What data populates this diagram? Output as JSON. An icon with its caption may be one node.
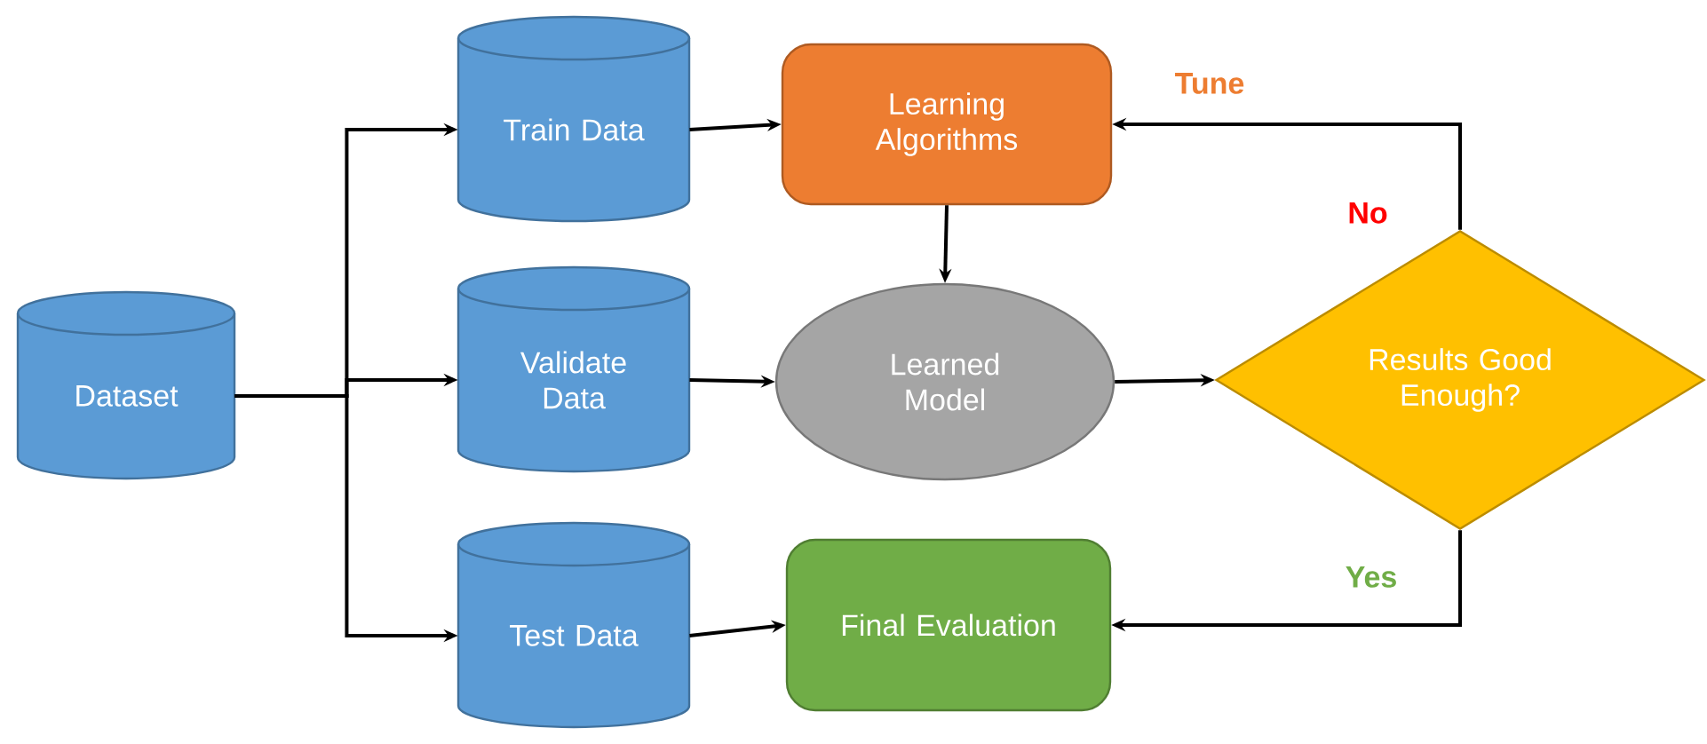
{
  "diagram": {
    "nodes": [
      {
        "text": [
          "Dataset"
        ]
      },
      {
        "text": [
          "Train Data"
        ]
      },
      {
        "text": [
          "Validate Data"
        ]
      },
      {
        "text": [
          "Test Data"
        ]
      },
      {
        "text": [
          "Learning Algorithms"
        ]
      },
      {
        "text": [
          "Learned Model"
        ]
      },
      {
        "text": [
          "Results Good Enough?"
        ]
      },
      {
        "text": [
          "Final Evaluation"
        ]
      }
    ],
    "edges": [
      {
        "from": 0,
        "to": 1,
        "arrow": "to"
      },
      {
        "from": 0,
        "to": 2,
        "arrow": "to"
      },
      {
        "from": 0,
        "to": 3,
        "arrow": "to"
      },
      {
        "from": 1,
        "to": 4,
        "arrow": "to"
      },
      {
        "from": 4,
        "to": 5,
        "arrow": "to"
      },
      {
        "from": 2,
        "to": 5,
        "arrow": "to"
      },
      {
        "from": 5,
        "to": 6,
        "arrow": "to"
      },
      {
        "from": 6,
        "to": 4,
        "arrow": "to",
        "label": "Tune"
      },
      {
        "from": 6,
        "to": 7,
        "arrow": "to",
        "label": "Yes"
      },
      {
        "from": 3,
        "to": 7,
        "arrow": "to"
      }
    ],
    "labels": [
      "No"
    ]
  }
}
